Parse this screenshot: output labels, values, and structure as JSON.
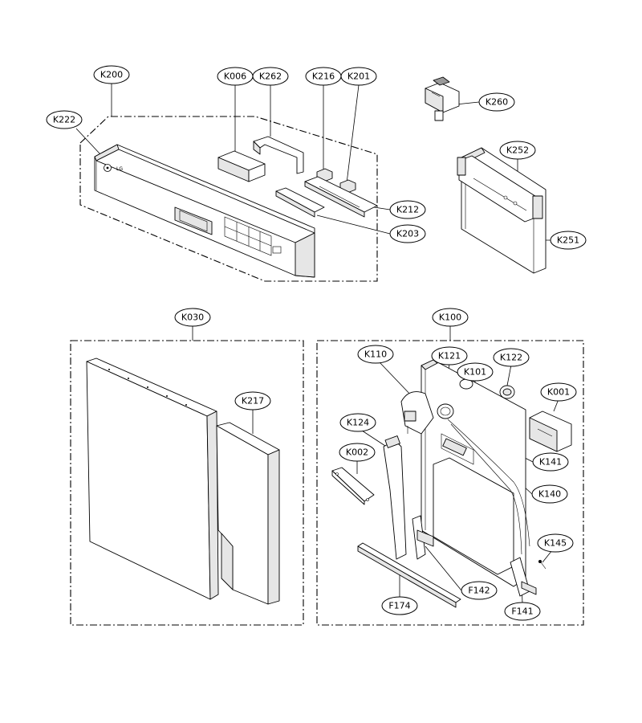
{
  "labels": {
    "k200": "K200",
    "k222": "K222",
    "k006": "K006",
    "k262": "K262",
    "k216": "K216",
    "k201": "K201",
    "k212": "K212",
    "k203": "K203",
    "k260": "K260",
    "k252": "K252",
    "k251": "K251",
    "k030": "K030",
    "k217": "K217",
    "k100": "K100",
    "k110": "K110",
    "k121": "K121",
    "k122": "K122",
    "k101": "K101",
    "k001": "K001",
    "k124": "K124",
    "k002": "K002",
    "k141": "K141",
    "k140": "K140",
    "k145": "K145",
    "f142": "F142",
    "f174": "F174",
    "f141": "F141"
  },
  "colors": {
    "line": "#000000",
    "background": "#ffffff",
    "shade": "#e6e6e6"
  },
  "icons": {
    "brand_mark": "lg-logo"
  }
}
